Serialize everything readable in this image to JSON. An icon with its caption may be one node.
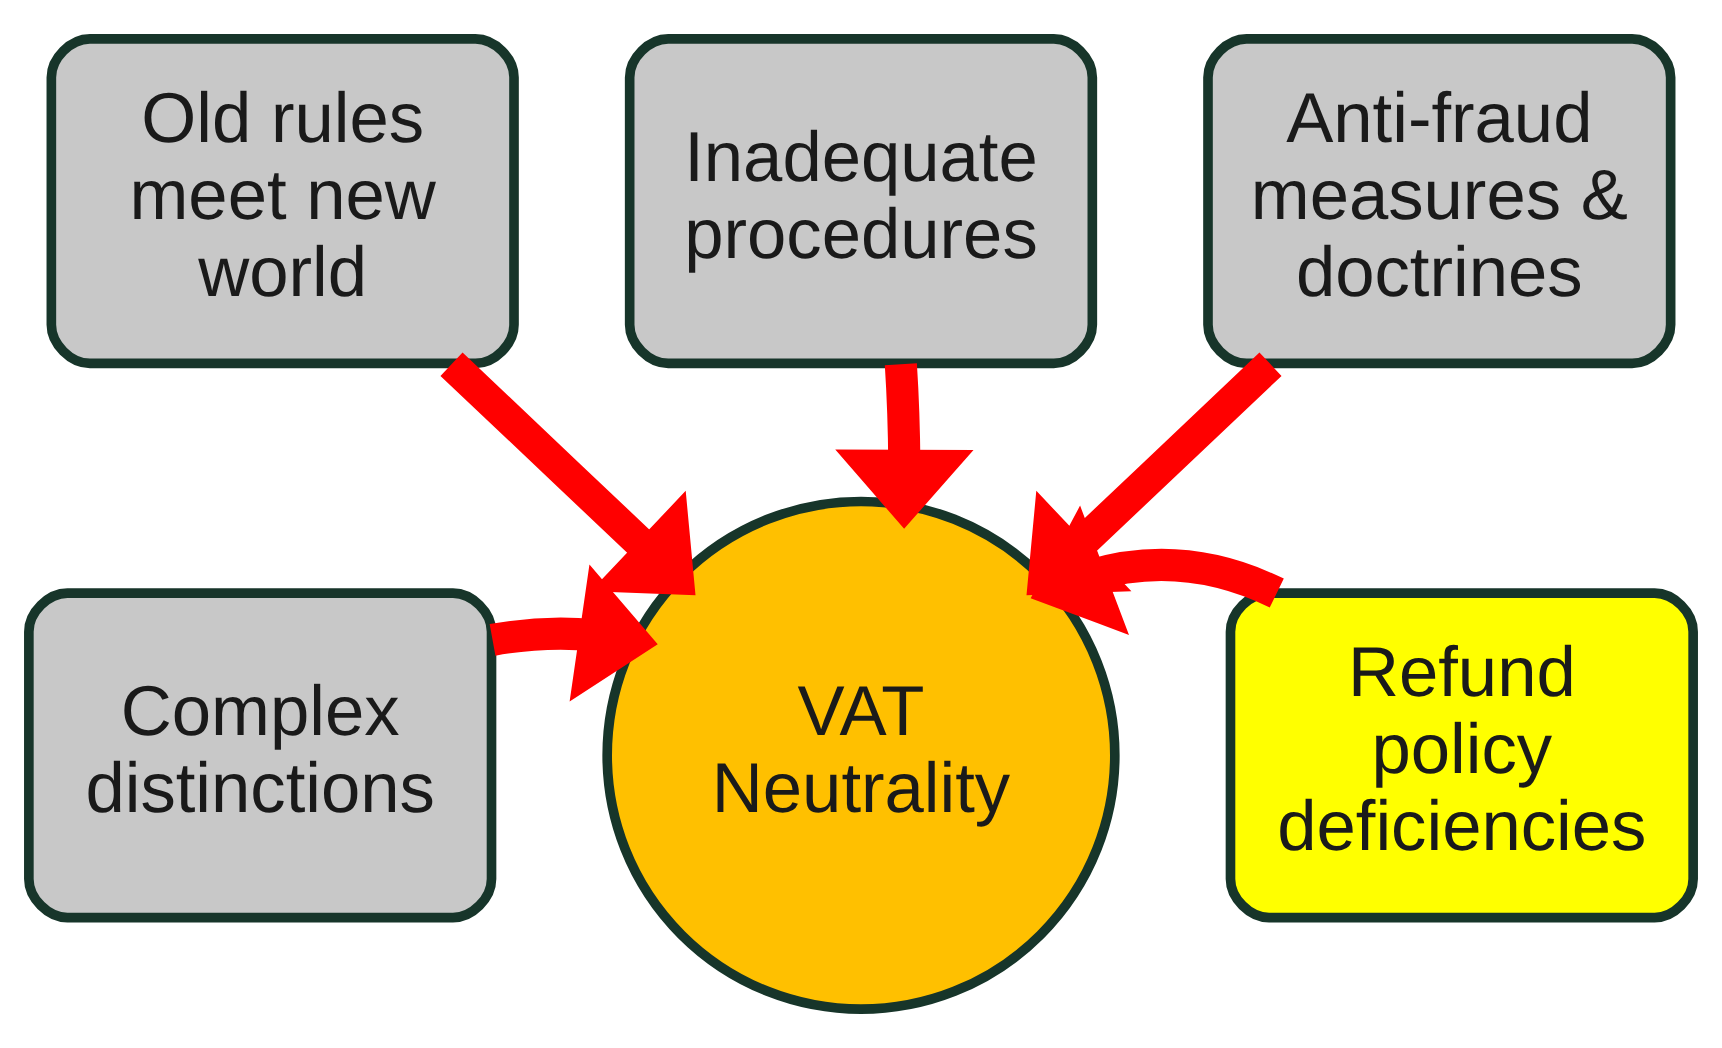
{
  "diagram": {
    "nodes": [
      {
        "text": [
          "Inadequate procedures"
        ]
      },
      {
        "text": [
          "Old rules meet new world"
        ]
      },
      {
        "text": [
          "Anti-fraud measures & doctrines"
        ]
      },
      {
        "text": [
          "Complex distinctions"
        ]
      },
      {
        "text": [
          "VAT Neutrality"
        ]
      },
      {
        "text": [
          "Refund policy deficiencies"
        ]
      }
    ],
    "edges": [
      {
        "from": 0,
        "to": 4,
        "arrow": "to"
      },
      {
        "from": 1,
        "to": 4,
        "arrow": "to"
      },
      {
        "from": 2,
        "to": 4,
        "arrow": "to"
      },
      {
        "from": 3,
        "to": 4,
        "arrow": "to"
      },
      {
        "from": 5,
        "to": 4,
        "arrow": "to"
      }
    ]
  }
}
